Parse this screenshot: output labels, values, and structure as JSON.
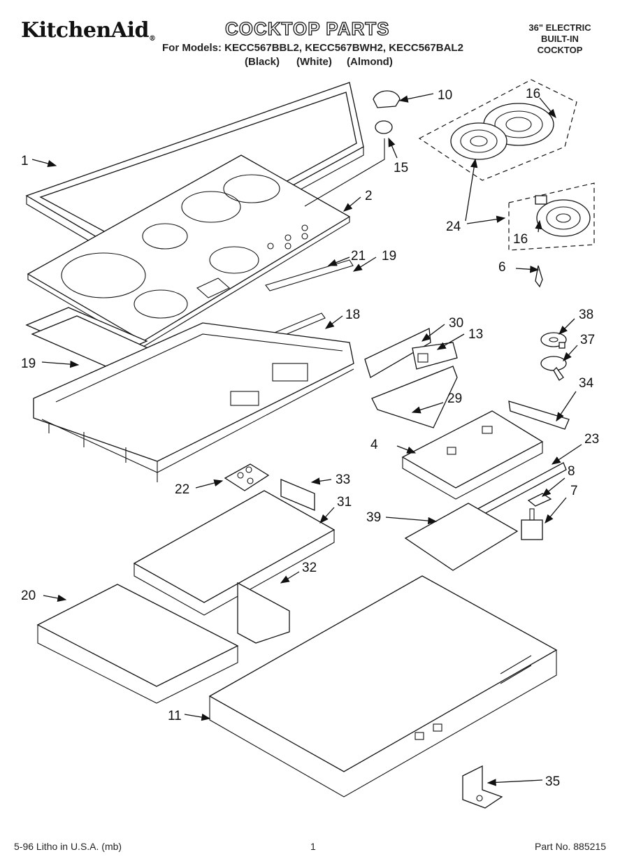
{
  "header": {
    "brand": "KitchenAid",
    "brand_mark": "®",
    "title": "COCKTOP PARTS",
    "models_line": "For Models: KECC567BBL2, KECC567BWH2, KECC567BAL2",
    "color_black": "(Black)",
    "color_white": "(White)",
    "color_almond": "(Almond)",
    "spec_line1": "36\" ELECTRIC",
    "spec_line2": "BUILT-IN",
    "spec_line3": "COCKTOP"
  },
  "callouts": {
    "c1": "1",
    "c2": "2",
    "c4": "4",
    "c6": "6",
    "c7": "7",
    "c8": "8",
    "c10": "10",
    "c11": "11",
    "c13": "13",
    "c15": "15",
    "c16a": "16",
    "c16b": "16",
    "c18": "18",
    "c19a": "19",
    "c19b": "19",
    "c20": "20",
    "c21": "21",
    "c22": "22",
    "c23": "23",
    "c24": "24",
    "c29": "29",
    "c30": "30",
    "c31": "31",
    "c32": "32",
    "c33": "33",
    "c34": "34",
    "c35": "35",
    "c37": "37",
    "c38": "38",
    "c39": "39"
  },
  "footer": {
    "litho": "5-96 Litho in U.S.A. (mb)",
    "page": "1",
    "part_no": "Part No. 885215"
  }
}
